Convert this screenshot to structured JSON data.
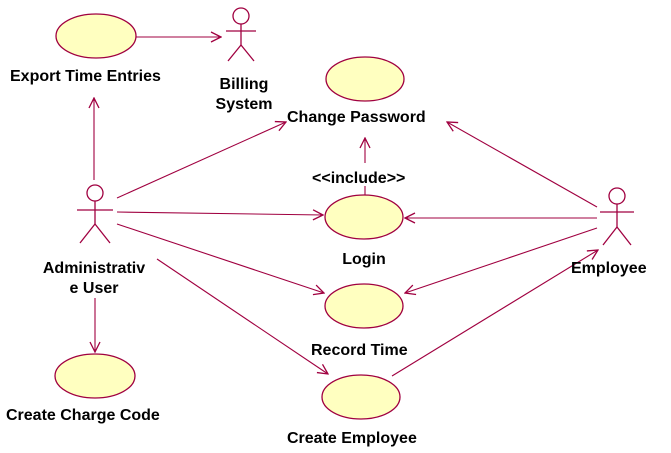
{
  "diagram": {
    "use_cases": {
      "export_time_entries": "Export Time Entries",
      "change_password": "Change Password",
      "login": "Login",
      "record_time": "Record Time",
      "create_employee": "Create Employee",
      "create_charge_code": "Create Charge Code"
    },
    "actors": {
      "billing_system_line1": "Billing",
      "billing_system_line2": "System",
      "administrative_user_line1": "Administrativ",
      "administrative_user_line2": "e User",
      "employee": "Employee"
    },
    "stereotypes": {
      "include": "<<include>>"
    }
  },
  "colors": {
    "use_case_fill": "#ffffc0",
    "line": "#a00040",
    "text": "#000000",
    "background": "#ffffff"
  }
}
